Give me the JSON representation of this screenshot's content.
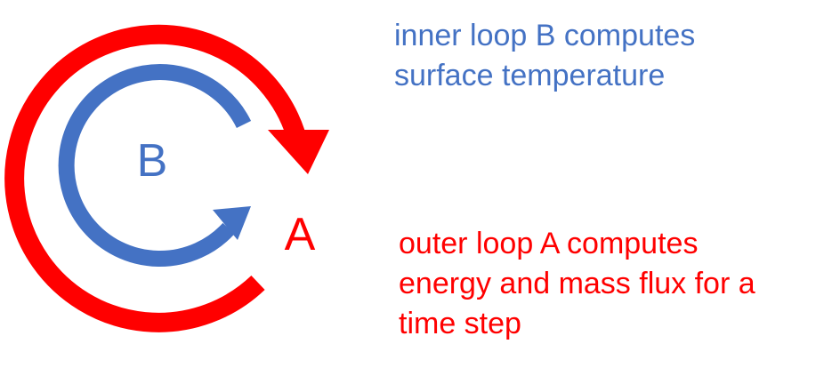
{
  "colors": {
    "outer_loop": "#ff0000",
    "inner_loop": "#4472c4",
    "background": "#ffffff"
  },
  "labels": {
    "inner_letter": "B",
    "outer_letter": "A"
  },
  "captions": {
    "inner": [
      "inner loop B computes",
      "surface temperature"
    ],
    "outer": [
      "outer loop A computes",
      "energy and mass flux for a",
      "time step"
    ]
  }
}
